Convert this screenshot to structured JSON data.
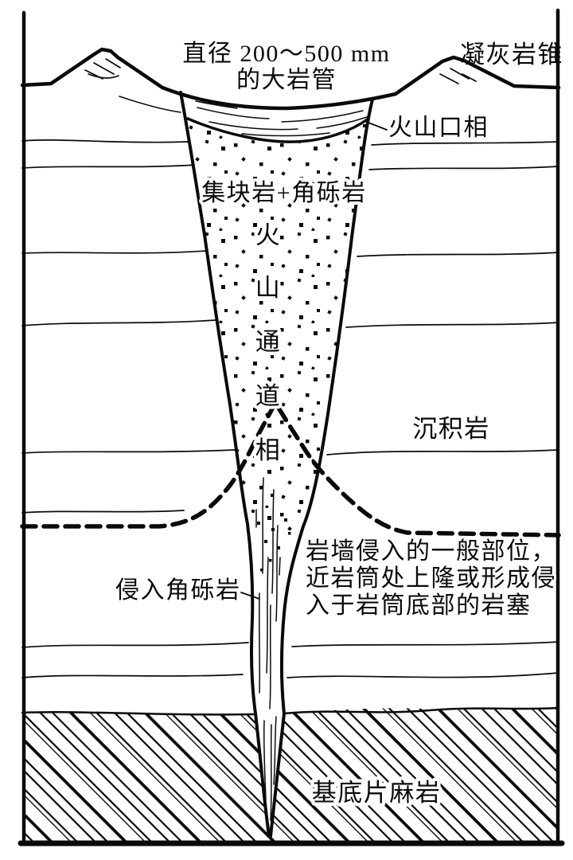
{
  "figure": {
    "type": "geological-cross-section-of-volcanic-pipe",
    "background_color": "#ffffff",
    "ink_color": "#0a0a0a",
    "labels": {
      "pipe_diameter_line1": "直径 200～500 mm",
      "pipe_diameter_line2": "的大岩管",
      "tuff_cone": "凝灰岩锥",
      "crater_facies": "火山口相",
      "agglomerate_plus_breccia": "集块岩+角砾岩",
      "conduit_facies": "火山通道相",
      "conduit_facies_chars": [
        "火",
        "山",
        "通",
        "道",
        "相"
      ],
      "sedimentary_rock": "沉积岩",
      "intrusive_breccia": "侵入角砾岩",
      "dike_note_line1": "岩墙侵入的一般部位，",
      "dike_note_line2": "近岩筒处上隆或形成侵",
      "dike_note_line3": "入于岩筒底部的岩塞",
      "basement_gneiss": "基底片麻岩"
    }
  }
}
